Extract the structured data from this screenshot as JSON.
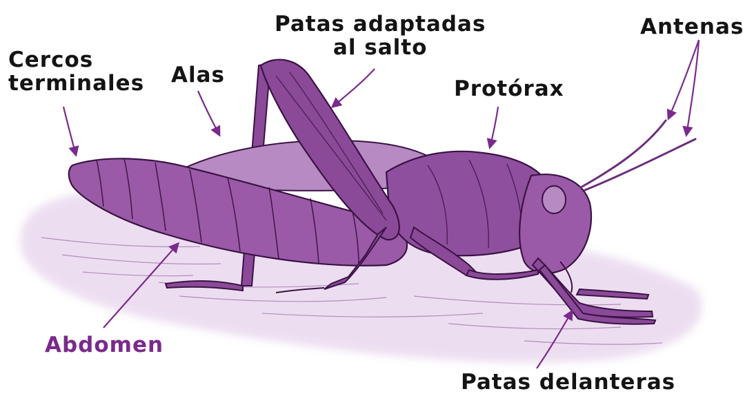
{
  "labels": {
    "cercos": "Cercos\nterminales",
    "alas": "Alas",
    "patas_salto": "Patas adaptadas\nal salto",
    "protorax": "Protórax",
    "antenas": "Antenas",
    "abdomen": "Abdomen",
    "patas_delanteras": "Patas delanteras"
  },
  "colors": {
    "ink": "#141414",
    "accent": "#7a2a8c",
    "body_fill": "#9a5aa7",
    "shadow": "#e6d4ec"
  }
}
